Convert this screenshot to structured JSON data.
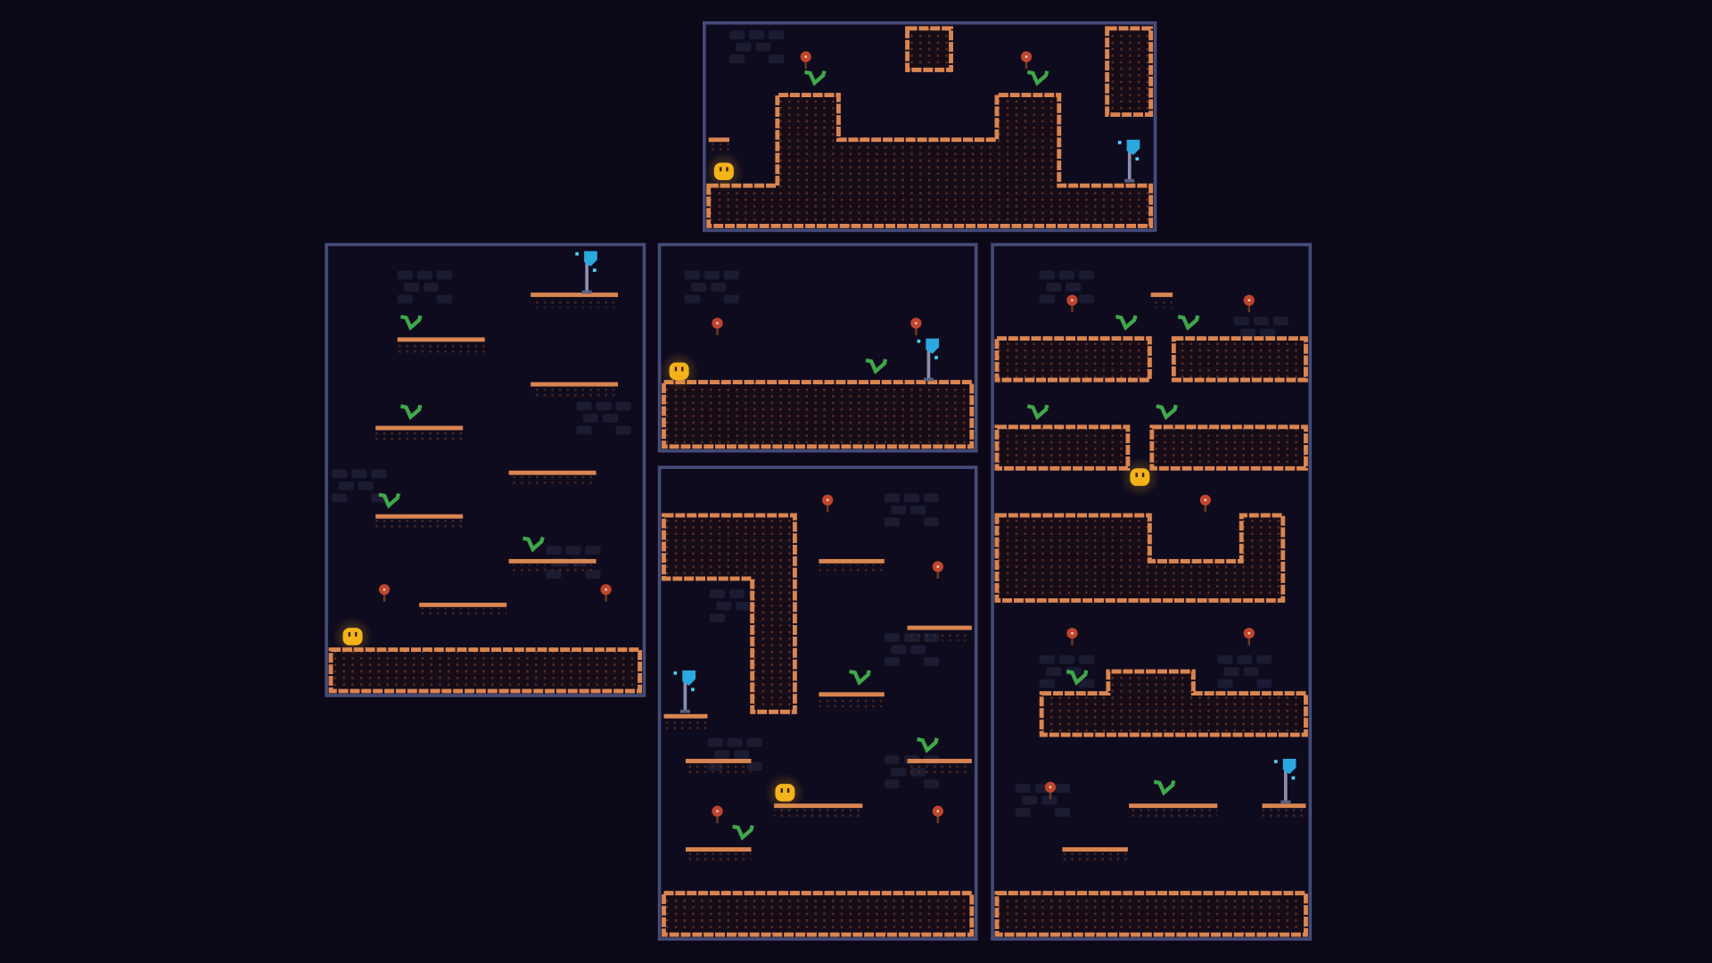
{
  "screen": "level-map",
  "palette": {
    "background": "#0c0817",
    "room_fill": "#0f0b1e",
    "room_border": "#454b78",
    "terrain_edge": "#d98550",
    "terrain_fill": "#160c18",
    "terrain_dots": "#5a2e22",
    "player": "#f5b31a",
    "goal_flag": "#2aa8e0",
    "flower": "#c0452c",
    "sprout": "#3fa84a",
    "brick_decor": "#1e2038"
  },
  "entities": {
    "player": "player-blob-icon",
    "goal": "goal-flag-icon",
    "flower": "flower-icon",
    "sprout": "sprout-icon"
  },
  "rooms": [
    {
      "id": "room-top"
    },
    {
      "id": "room-left"
    },
    {
      "id": "room-middle-top"
    },
    {
      "id": "room-middle-bottom"
    },
    {
      "id": "room-right"
    }
  ]
}
